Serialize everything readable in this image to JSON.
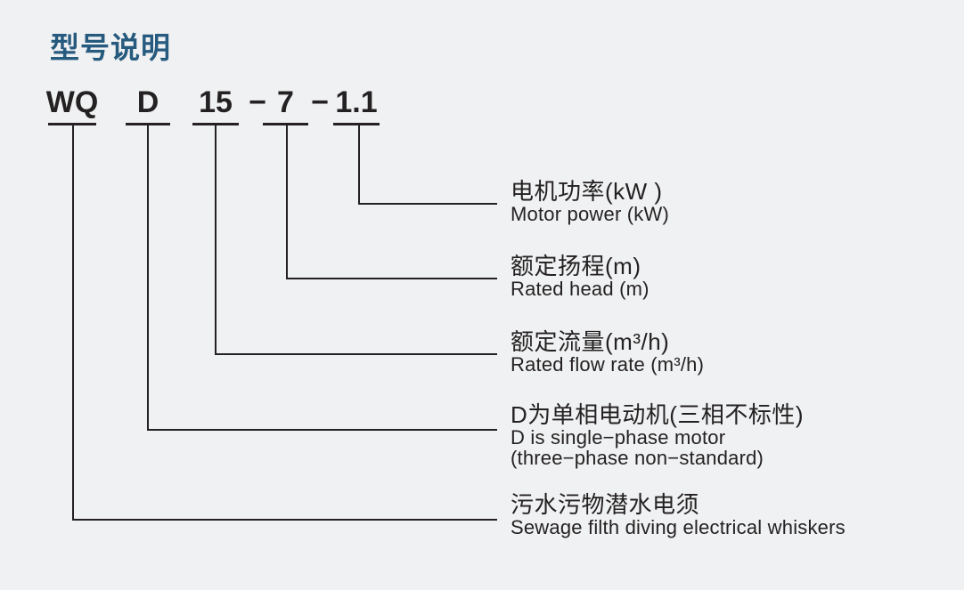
{
  "title": "型号说明",
  "colors": {
    "background": "#f0f1f2",
    "title": "#265a7e",
    "ink": "#242122"
  },
  "model_code": {
    "parts": {
      "series": "WQ",
      "motor": "D",
      "flow": "15",
      "sep1": "−",
      "head": "7",
      "sep2": "−",
      "power": "1.1"
    }
  },
  "legend": {
    "power": {
      "zh": "电机功率(kW )",
      "en": "Motor power (kW)"
    },
    "head": {
      "zh": "额定扬程(m)",
      "en": "Rated head (m)"
    },
    "flow": {
      "zh": "额定流量(m³/h)",
      "en": "Rated flow rate (m³/h)"
    },
    "motor": {
      "zh": "D为单相电动机(三相不标性)",
      "en": "D is single−phase motor",
      "en2": "(three−phase non−standard)"
    },
    "series": {
      "zh": "污水污物潜水电须",
      "en": "Sewage filth diving electrical whiskers"
    }
  }
}
